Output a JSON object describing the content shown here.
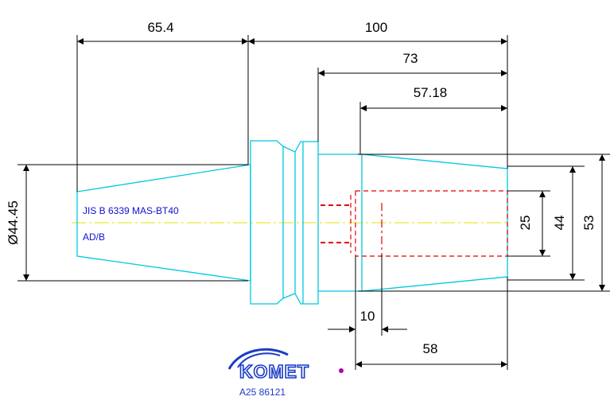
{
  "dimensions": {
    "taper_length": "65.4",
    "overall_length": "100",
    "body_length": "73",
    "nose_length": "57.18",
    "taper_diameter": "Ø44.45",
    "bore_diameter": "25",
    "nose_diameter": "44",
    "flange_diameter": "53",
    "offset": "10",
    "bore_depth": "58"
  },
  "notes": {
    "standard": "JIS B 6339 MAS-BT40",
    "variant": "AD/B"
  },
  "brand": {
    "name": "KOMET",
    "part_number": "A25 86121"
  },
  "colors": {
    "outline": "#00c8e0",
    "dimension": "#000000",
    "centerline": "#e6e600",
    "hidden": "#e60000",
    "note": "#1010d0",
    "brand": "#1a3cc8",
    "registered_dot": "#b000b0"
  }
}
